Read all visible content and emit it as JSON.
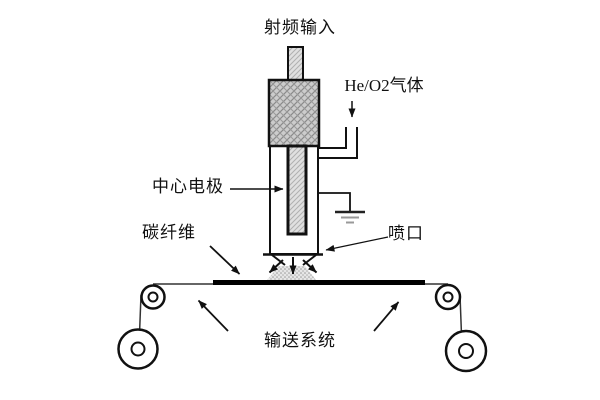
{
  "diagram": {
    "labels": {
      "rf_input": "射频输入",
      "gas": "He/O2气体",
      "center_electrode": "中心电极",
      "carbon_fiber": "碳纤维",
      "nozzle": "喷口",
      "conveyor_system": "输送系统"
    },
    "colors": {
      "background": "#ffffff",
      "line": "#111111",
      "block_fill": "#cccccc",
      "rod_fill": "#e0e0e0",
      "plume_fill": "#e6e6e6",
      "ground_accent": "#999999"
    }
  }
}
